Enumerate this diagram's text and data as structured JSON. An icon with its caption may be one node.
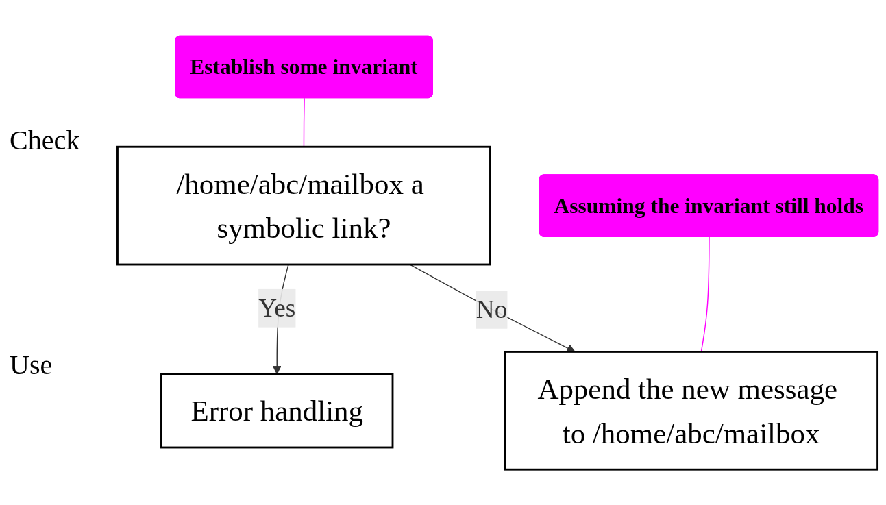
{
  "diagram": {
    "nodes": [
      {
        "text": [
          "/home/abc/mailbox a symbolic link?"
        ]
      },
      {
        "text": [
          "Error handling"
        ]
      },
      {
        "text": [
          "Append the new message to /home/abc/mailbox"
        ]
      },
      {
        "text": [
          "Establish some invariant"
        ]
      },
      {
        "text": [
          "Assuming the invariant still holds"
        ]
      }
    ],
    "edges": [
      {
        "from": 0,
        "to": 1,
        "arrow": "to",
        "label": "Yes"
      },
      {
        "from": 0,
        "to": 2,
        "arrow": "to",
        "label": "No"
      },
      {
        "from": 3,
        "to": 0,
        "arrow": "none",
        "color": "#ff00ff"
      },
      {
        "from": 4,
        "to": 2,
        "arrow": "none",
        "color": "#ff00ff"
      }
    ],
    "labels": [
      "Check",
      "Use"
    ]
  }
}
